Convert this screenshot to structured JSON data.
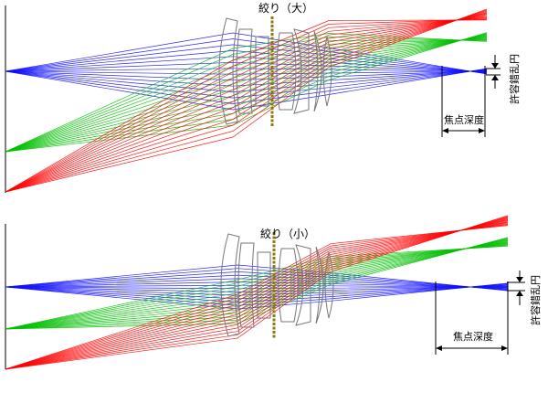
{
  "colors": {
    "blue": "#1010ff",
    "green": "#00c000",
    "red": "#ff0000",
    "lens": "#777777",
    "aperture": "#8b7a10",
    "line": "#000000"
  },
  "panels": [
    {
      "id": "top",
      "aperture_title": "絞り（大）",
      "aperture_size": "large",
      "depth_of_focus_label": "焦点深度",
      "circle_of_confusion_label": "許容錯乱円"
    },
    {
      "id": "bottom",
      "aperture_title": "絞り（小）",
      "aperture_size": "small",
      "depth_of_focus_label": "焦点深度",
      "circle_of_confusion_label": "許容錯乱円"
    }
  ]
}
